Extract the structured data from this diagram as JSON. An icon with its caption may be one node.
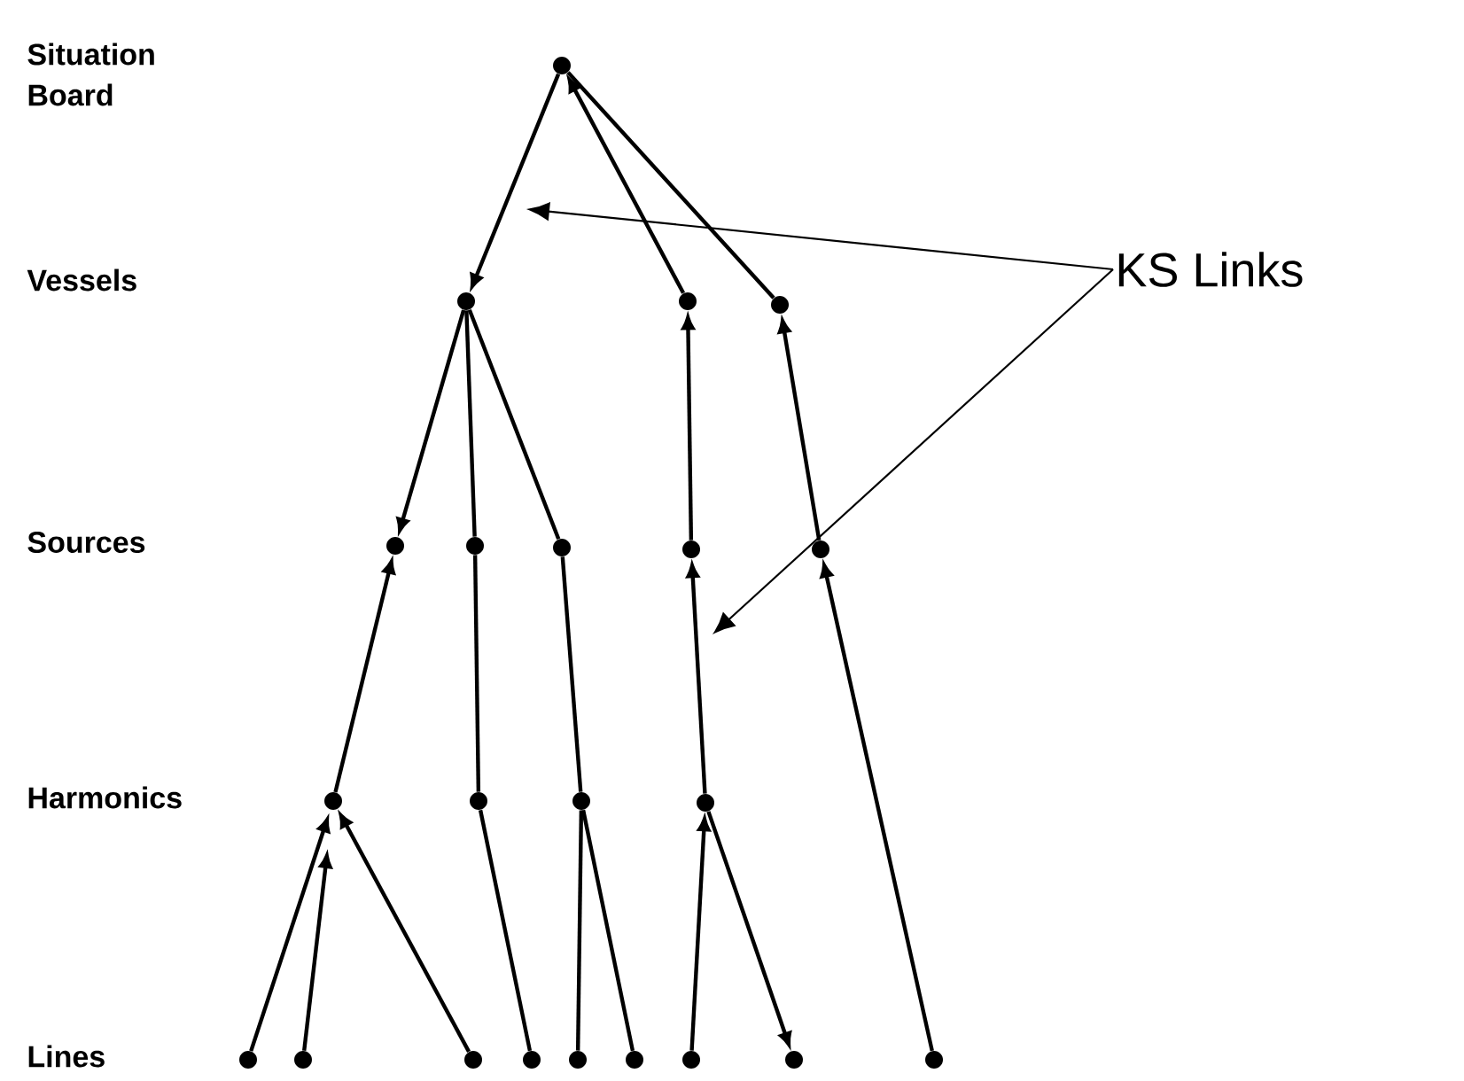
{
  "diagram": {
    "nodes": [
      {
        "text": [],
        "shape": "circle"
      },
      {
        "text": [],
        "shape": "circle"
      },
      {
        "text": [],
        "shape": "circle"
      },
      {
        "text": [],
        "shape": "circle"
      },
      {
        "text": [],
        "shape": "circle"
      },
      {
        "text": [],
        "shape": "circle"
      },
      {
        "text": [],
        "shape": "circle"
      },
      {
        "text": [],
        "shape": "circle"
      },
      {
        "text": [],
        "shape": "circle"
      },
      {
        "text": [],
        "shape": "circle"
      },
      {
        "text": [],
        "shape": "circle"
      },
      {
        "text": [],
        "shape": "circle"
      },
      {
        "text": [],
        "shape": "circle"
      },
      {
        "text": [],
        "shape": "circle"
      },
      {
        "text": [],
        "shape": "circle"
      },
      {
        "text": [],
        "shape": "circle"
      },
      {
        "text": [],
        "shape": "circle"
      },
      {
        "text": [],
        "shape": "circle"
      },
      {
        "text": [],
        "shape": "circle"
      },
      {
        "text": [],
        "shape": "circle"
      },
      {
        "text": [],
        "shape": "circle"
      },
      {
        "text": [],
        "shape": "circle"
      },
      {
        "text": [
          "KS Links"
        ]
      }
    ],
    "edges": [
      {
        "from": 0,
        "to": 1,
        "arrow": "to"
      },
      {
        "from": 2,
        "to": 0,
        "arrow": "to"
      },
      {
        "from": 3,
        "to": 0,
        "arrow": "none"
      },
      {
        "from": 1,
        "to": 4,
        "arrow": "to"
      },
      {
        "from": 1,
        "to": 5,
        "arrow": "none"
      },
      {
        "from": 1,
        "to": 6,
        "arrow": "none"
      },
      {
        "from": 7,
        "to": 2,
        "arrow": "to"
      },
      {
        "from": 8,
        "to": 3,
        "arrow": "to"
      },
      {
        "from": 9,
        "to": 4,
        "arrow": "to"
      },
      {
        "from": 5,
        "to": 10,
        "arrow": "none"
      },
      {
        "from": 6,
        "to": 11,
        "arrow": "none"
      },
      {
        "from": 12,
        "to": 7,
        "arrow": "to"
      },
      {
        "from": 21,
        "to": 8,
        "arrow": "to"
      },
      {
        "from": 13,
        "to": 9,
        "arrow": "to"
      },
      {
        "from": 14,
        "to": 9,
        "arrow": "to"
      },
      {
        "from": 15,
        "to": 9,
        "arrow": "to"
      },
      {
        "from": 10,
        "to": 16,
        "arrow": "none"
      },
      {
        "from": 11,
        "to": 17,
        "arrow": "none"
      },
      {
        "from": 11,
        "to": 18,
        "arrow": "none"
      },
      {
        "from": 19,
        "to": 12,
        "arrow": "to"
      },
      {
        "from": 12,
        "to": 20,
        "arrow": "to"
      },
      {
        "from": 22,
        "to": null,
        "arrow": "to"
      },
      {
        "from": 22,
        "to": null,
        "arrow": "to"
      }
    ],
    "labels": [
      "Situation Board",
      "Vessels",
      "Sources",
      "Harmonics",
      "Lines"
    ]
  }
}
